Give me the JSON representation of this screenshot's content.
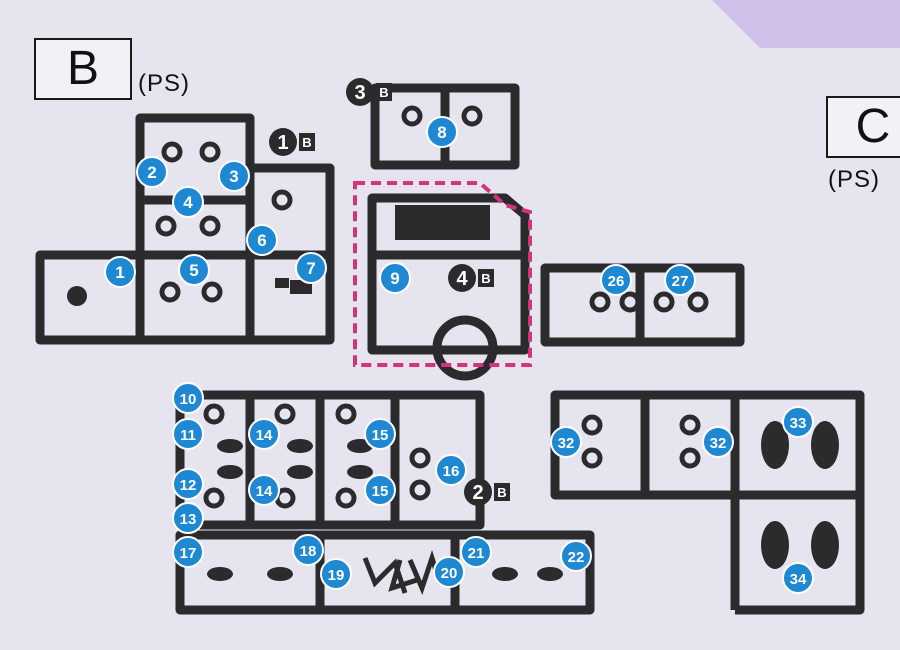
{
  "runners": [
    {
      "letter": "B",
      "material": "(PS)"
    },
    {
      "letter": "C",
      "material": "(PS)"
    }
  ],
  "colors": {
    "background": "#e6e4ee",
    "sprue": "#2b2b2e",
    "callout": "#1e88d2",
    "highlight": "#d6317a",
    "accent_band": "#cbb8e6"
  },
  "sections": [
    {
      "id": "1",
      "tag": "B"
    },
    {
      "id": "2",
      "tag": "B"
    },
    {
      "id": "3",
      "tag": "B"
    },
    {
      "id": "4",
      "tag": "B"
    }
  ],
  "parts": [
    "1",
    "2",
    "3",
    "4",
    "5",
    "6",
    "7",
    "8",
    "9",
    "10",
    "11",
    "12",
    "13",
    "14",
    "14",
    "15",
    "15",
    "16",
    "17",
    "18",
    "19",
    "20",
    "21",
    "22",
    "26",
    "27",
    "32",
    "32",
    "33",
    "34"
  ]
}
